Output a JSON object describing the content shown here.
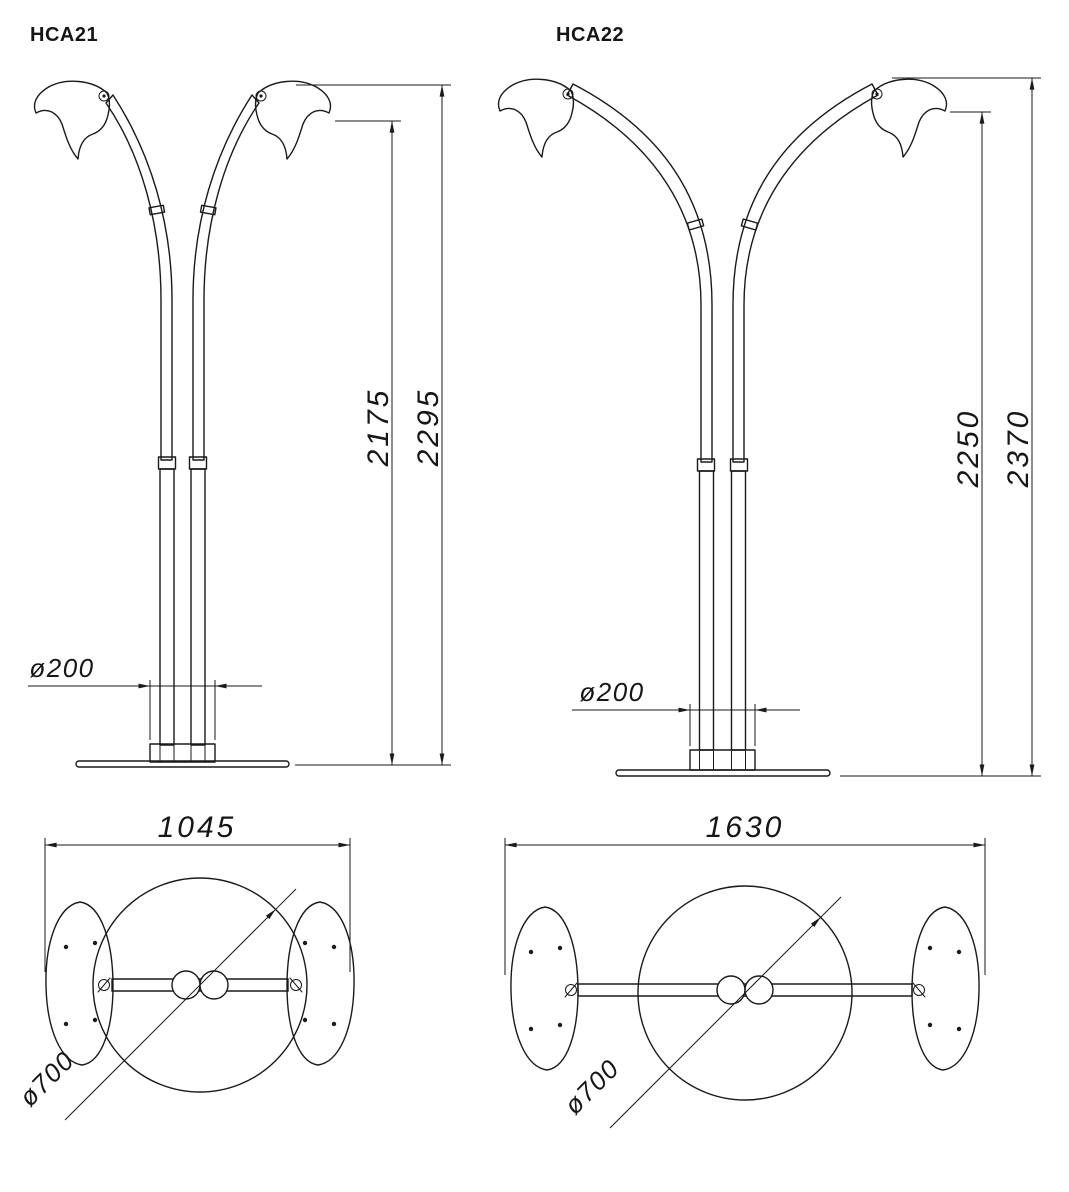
{
  "hca21": {
    "label": "HCA21",
    "dims": {
      "height_inner": "2175",
      "height_total": "2295",
      "base_diameter": "ø200",
      "plan_width": "1045",
      "plan_diameter": "ø700"
    }
  },
  "hca22": {
    "label": "HCA22",
    "dims": {
      "height_inner": "2250",
      "height_total": "2370",
      "base_diameter": "ø200",
      "plan_width": "1630",
      "plan_diameter": "ø700"
    }
  },
  "colors": {
    "line": "#1a1a1a",
    "background": "#ffffff"
  }
}
